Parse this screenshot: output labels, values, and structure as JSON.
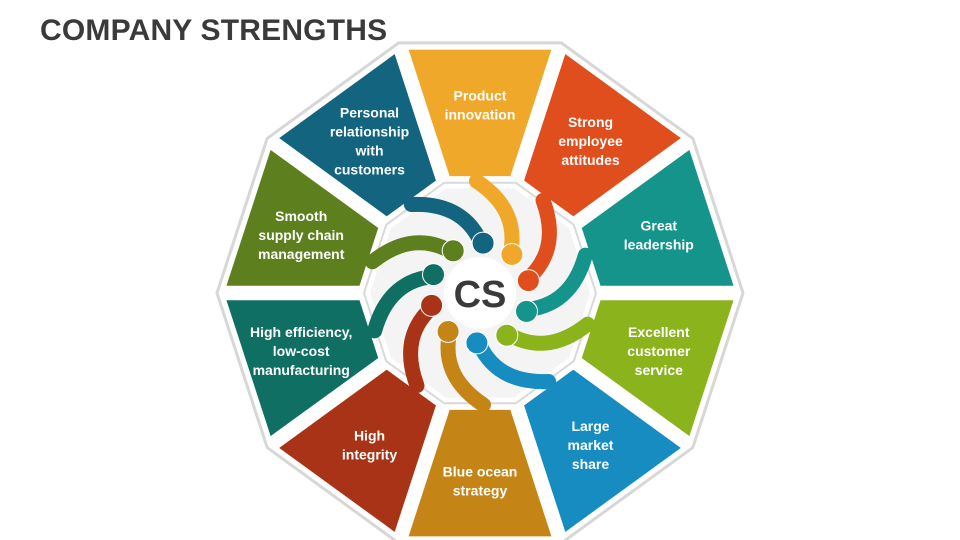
{
  "title": "COMPANY STRENGTHS",
  "center": {
    "label": "CS"
  },
  "segments": [
    {
      "lines": [
        "Product",
        "innovation"
      ],
      "color": "#EFA82A",
      "icon": "hand-icon"
    },
    {
      "lines": [
        "Strong",
        "employee",
        "attitudes"
      ],
      "color": "#E04E1E",
      "icon": "hand-icon"
    },
    {
      "lines": [
        "Great",
        "leadership"
      ],
      "color": "#14948A",
      "icon": "hand-icon"
    },
    {
      "lines": [
        "Excellent",
        "customer",
        "service"
      ],
      "color": "#8BB31B",
      "icon": "hand-icon"
    },
    {
      "lines": [
        "Large",
        "market",
        "share"
      ],
      "color": "#168CC0",
      "icon": "hand-icon"
    },
    {
      "lines": [
        "Blue ocean",
        "strategy"
      ],
      "color": "#C48516",
      "icon": "hand-icon"
    },
    {
      "lines": [
        "High",
        "integrity"
      ],
      "color": "#A83316",
      "icon": "hand-icon"
    },
    {
      "lines": [
        "High efficiency,",
        "low-cost",
        "manufacturing"
      ],
      "color": "#0F6F63",
      "icon": "hand-icon"
    },
    {
      "lines": [
        "Smooth",
        "supply chain",
        "management"
      ],
      "color": "#5E7F1E",
      "icon": "hand-icon"
    },
    {
      "lines": [
        "Personal",
        "relationship",
        "with",
        "customers"
      ],
      "color": "#12647F",
      "icon": "hand-icon"
    }
  ]
}
